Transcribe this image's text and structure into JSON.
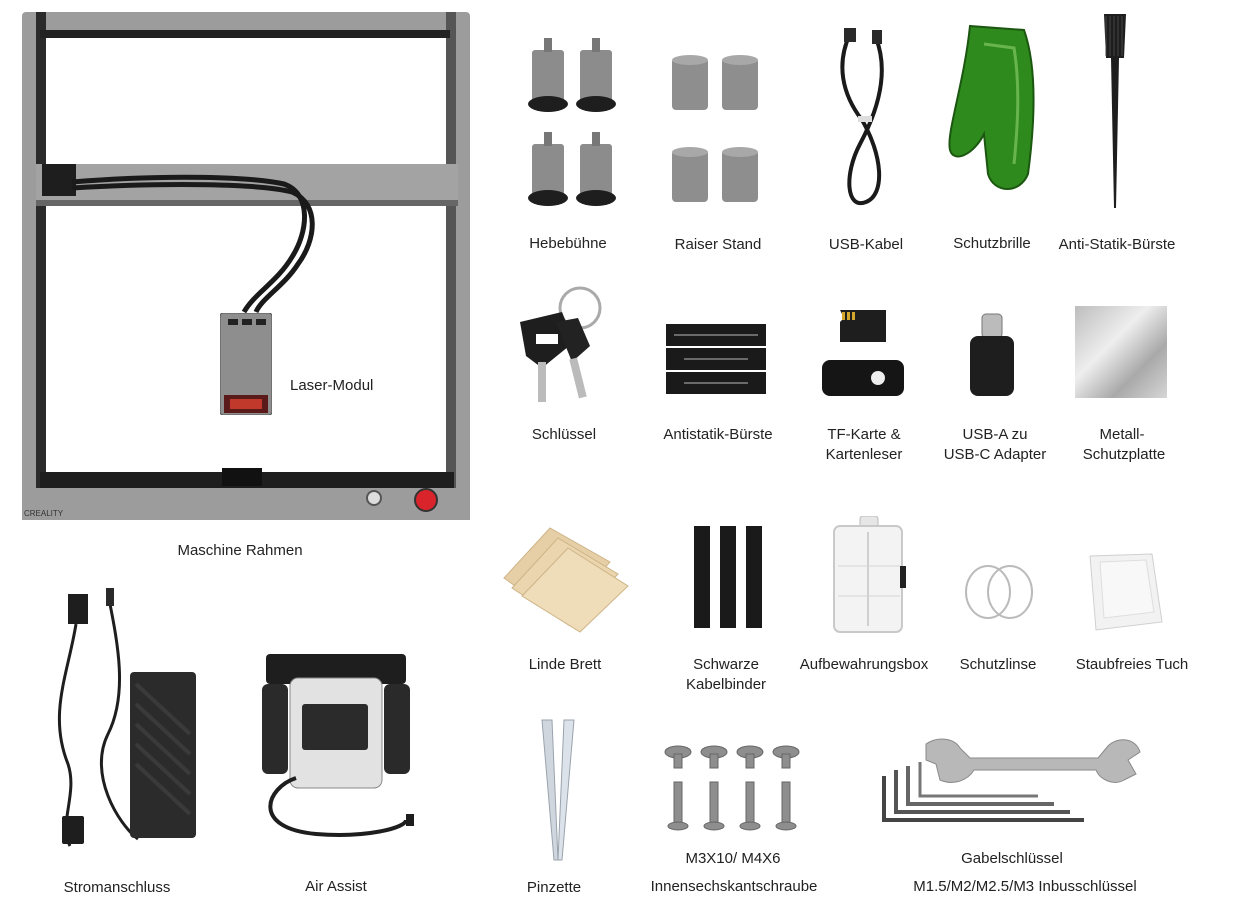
{
  "items": {
    "frame": "Maschine Rahmen",
    "laser_module": "Laser-Modul",
    "power": "Stromanschluss",
    "air_assist": "Air Assist",
    "lift": "Hebebühne",
    "raiser": "Raiser Stand",
    "usb_cable": "USB-Kabel",
    "goggles": "Schutzbrille",
    "anti_static_brush": "Anti-Statik-Bürste",
    "keys": "Schlüssel",
    "antistatic_brush_2": "Antistatik-Bürste",
    "tf_card_line1": "TF-Karte &",
    "tf_card_line2": "Kartenleser",
    "adapter_line1": "USB-A zu",
    "adapter_line2": "USB-C Adapter",
    "metal_line1": "Metall-",
    "metal_line2": "Schutzplatte",
    "linden": "Linde Brett",
    "ties_line1": "Schwarze",
    "ties_line2": "Kabelbinder",
    "storage_box": "Aufbewahrungsbox",
    "lens": "Schutzlinse",
    "cloth": "Staubfreies Tuch",
    "tweezers": "Pinzette",
    "screws_line1": "M3X10/ M4X6",
    "screws_line2": "Innensechskantschraube",
    "wrench_line1": "Gabelschlüssel",
    "wrench_line2": "M1.5/M2/M2.5/M3 Inbusschlüssel"
  },
  "colors": {
    "frame_grey": "#9a9a9a",
    "dark": "#1e1e1e",
    "goggle_green": "#2f8a1e",
    "wood": "#e6cfa6",
    "red_button": "#d8242a"
  },
  "icons": [
    "laser-frame-icon",
    "laser-module-icon",
    "power-supply-icon",
    "air-assist-icon",
    "lift-icon",
    "raiser-icon",
    "usb-cable-icon",
    "goggles-icon",
    "brush-icon",
    "keys-icon",
    "brush-pack-icon",
    "tf-card-icon",
    "usb-adapter-icon",
    "metal-plate-icon",
    "linden-board-icon",
    "cable-tie-icon",
    "storage-box-icon",
    "lens-icon",
    "cloth-icon",
    "tweezers-icon",
    "screws-icon",
    "wrench-icon"
  ]
}
